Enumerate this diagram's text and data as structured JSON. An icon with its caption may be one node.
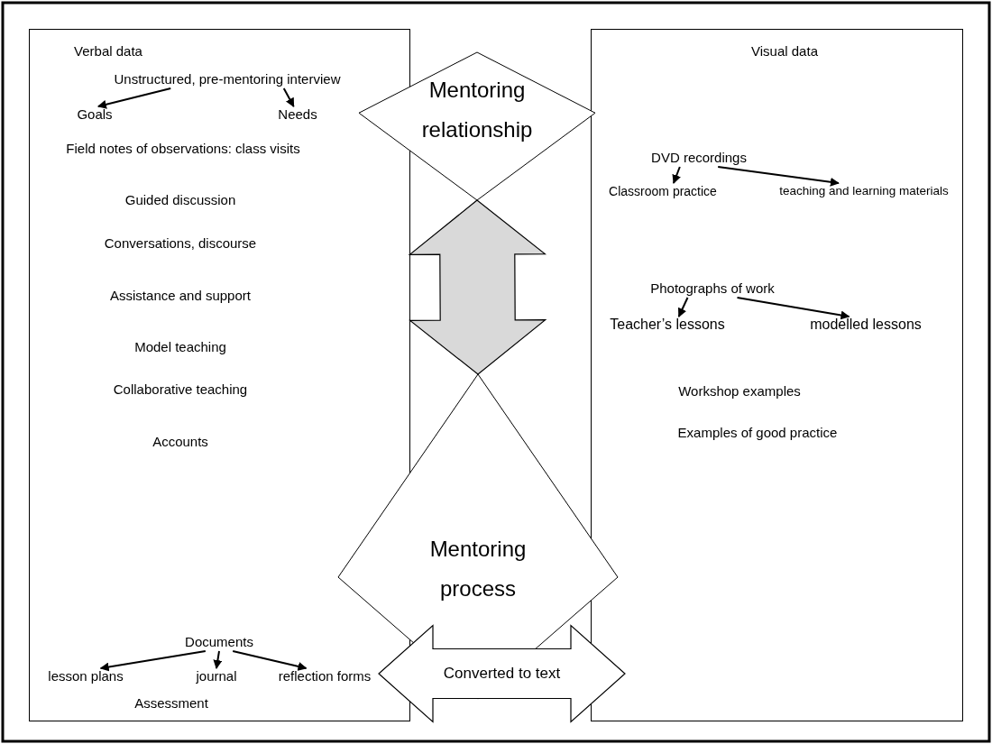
{
  "diagram": {
    "nodes": [
      {
        "text": [
          "Verbal data",
          "Field notes of observations: class visits",
          "Guided discussion",
          "Conversations, discourse",
          "Assistance and support",
          "Model teaching",
          "Collaborative teaching",
          "Accounts",
          "Assessment"
        ]
      },
      {
        "text": [
          "Unstructured, pre-mentoring interview"
        ],
        "in": 0
      },
      {
        "text": [
          "Goals"
        ],
        "in": 0
      },
      {
        "text": [
          "Needs"
        ],
        "in": 0
      },
      {
        "text": [
          "Documents"
        ],
        "in": 0
      },
      {
        "text": [
          "lesson plans"
        ],
        "in": 0
      },
      {
        "text": [
          "journal"
        ],
        "in": 0
      },
      {
        "text": [
          "reflection forms"
        ],
        "in": 0
      },
      {
        "text": [
          "Mentoring relationship"
        ]
      },
      {
        "text": [
          "Mentoring process"
        ]
      },
      {
        "text": [
          "Visual data",
          "Workshop examples",
          "Examples of good practice"
        ]
      },
      {
        "text": [
          "DVD recordings"
        ],
        "in": 10
      },
      {
        "text": [
          "Classroom practice"
        ],
        "in": 10
      },
      {
        "text": [
          "teaching and learning materials"
        ],
        "in": 10
      },
      {
        "text": [
          "Photographs of work"
        ],
        "in": 10
      },
      {
        "text": [
          "Teacher’s lessons"
        ],
        "in": 10
      },
      {
        "text": [
          "modelled lessons"
        ],
        "in": 10
      }
    ],
    "edges": [
      {
        "from": 1,
        "to": 2,
        "arrow": "to"
      },
      {
        "from": 1,
        "to": 3,
        "arrow": "to"
      },
      {
        "from": 4,
        "to": 5,
        "arrow": "to"
      },
      {
        "from": 4,
        "to": 6,
        "arrow": "to"
      },
      {
        "from": 4,
        "to": 7,
        "arrow": "to"
      },
      {
        "from": 8,
        "to": 9,
        "arrow": "both",
        "style": "thick",
        "color": "#d9d9d9"
      },
      {
        "from": 0,
        "to": 10,
        "arrow": "both",
        "style": "thick",
        "label": "Converted to text"
      },
      {
        "from": 11,
        "to": 12,
        "arrow": "to"
      },
      {
        "from": 11,
        "to": 13,
        "arrow": "to"
      },
      {
        "from": 14,
        "to": 15,
        "arrow": "to"
      },
      {
        "from": 14,
        "to": 16,
        "arrow": "to"
      }
    ]
  }
}
